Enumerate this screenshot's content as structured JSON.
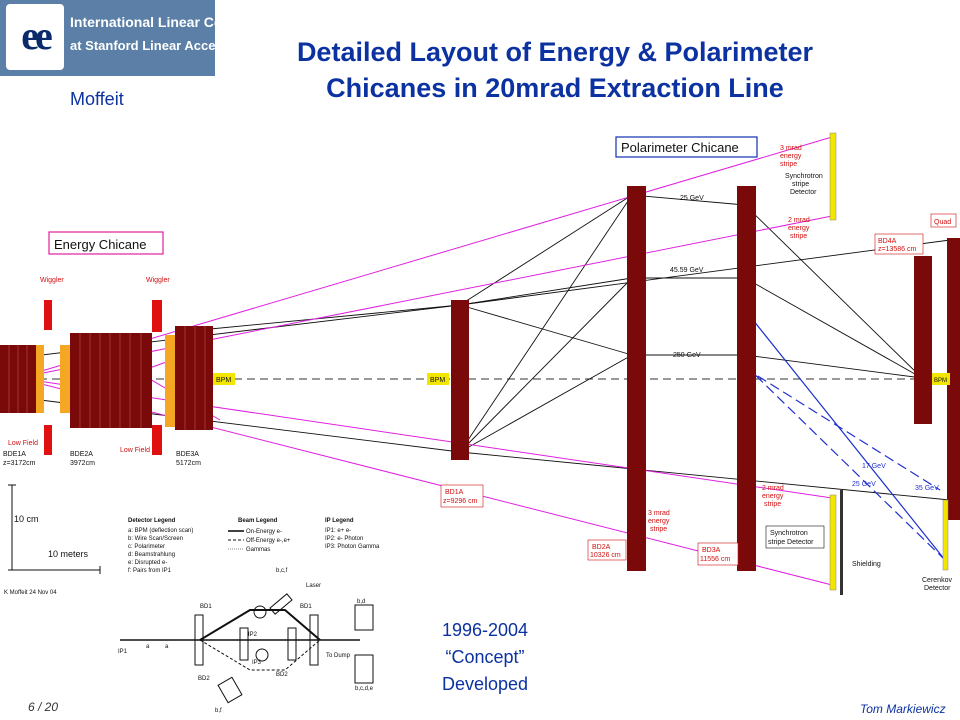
{
  "header": {
    "logo_symbol": "ee",
    "logo_line1": "International Linear Collider",
    "logo_line2": "at Stanford Linear Accelerator Center",
    "title_line1": "Detailed Layout of Energy & Polarimeter",
    "title_line2": "Chicanes in 20mrad Extraction Line",
    "author": "Moffeit"
  },
  "labels": {
    "energy_chicane": "Energy Chicane",
    "polarimeter_chicane": "Polarimeter Chicane",
    "wiggler": "Wiggler",
    "low_field": "Low Field",
    "bpm": "BPM",
    "quad": "Quad",
    "bde1a": "BDE1A",
    "bde1a_z": "z=3172cm",
    "bde2a": "BDE2A",
    "bde2a_z": "3972cm",
    "bde3a": "BDE3A",
    "bde3a_z": "5172cm",
    "bd1a": "BD1A",
    "bd1a_z": "z=9296 cm",
    "bd2a": "BD2A",
    "bd2a_z": "10326 cm",
    "bd3a": "BD3A",
    "bd3a_z": "11556 cm",
    "bd4a": "BD4A",
    "bd4a_z": "z=13586 cm",
    "e25": "25 GeV",
    "e4559": "45.59 GeV",
    "e250": "250 GeV",
    "e17": "17 GeV",
    "e25b": "25 GeV",
    "e35": "35 GeV",
    "stripe3_l1": "3 mrad",
    "stripe3_l2": "energy",
    "stripe3_l3": "stripe",
    "stripe2_l1": "2 mrad",
    "stripe2_l2": "energy",
    "stripe2_l3": "stripe",
    "sync_det_l1": "Synchrotron",
    "sync_det_l2": "stripe",
    "sync_det_l3": "Detector",
    "sync_det2_l1": "Synchrotron",
    "sync_det2_l2": "stripe Detector",
    "shielding": "Shielding",
    "cerenkov_l1": "Cerenkov",
    "cerenkov_l2": "Detector",
    "scale_10cm": "10 cm",
    "scale_10m": "10 meters",
    "credit": "K Moffeit 24 Nov 04"
  },
  "legend": {
    "detector_title": "Detector Legend",
    "detector_items": [
      "a: BPM (deflection scan)",
      "b: Wire Scan/Screen",
      "c: Polarimeter",
      "d: Beamstrahlung",
      "e: Disrupted e-",
      "f: Pairs from IP1"
    ],
    "beam_title": "Beam Legend",
    "beam_items": [
      "On-Energy e-",
      "Off-Energy e-,e+",
      "Gammas"
    ],
    "ip_title": "IP Legend",
    "ip_items": [
      "IP1: e+ e-",
      "IP2: e- Photon",
      "IP3: Photon Gamma"
    ],
    "inset_labels": [
      "IP1",
      "a",
      "a",
      "BD1",
      "BD2",
      "IP2",
      "IP3",
      "BD2",
      "BD1",
      "Laser",
      "To Dump",
      "b,c,f",
      "b,d",
      "b,c,d,e",
      "b,f"
    ]
  },
  "concept": {
    "line1": "1996-2004",
    "line2": "“Concept”",
    "line3": "Developed"
  },
  "footer": {
    "page": "6 / 20",
    "author": "Tom Markiewicz"
  },
  "colors": {
    "magnet": "#7a0a0a",
    "wiggler": "#e01010",
    "low_field": "#f5a623",
    "bpm": "#f2e600",
    "synch_line": "#e020e0",
    "blue_line": "#2030d0",
    "title": "#0b32a0",
    "label_red": "#d01010"
  }
}
